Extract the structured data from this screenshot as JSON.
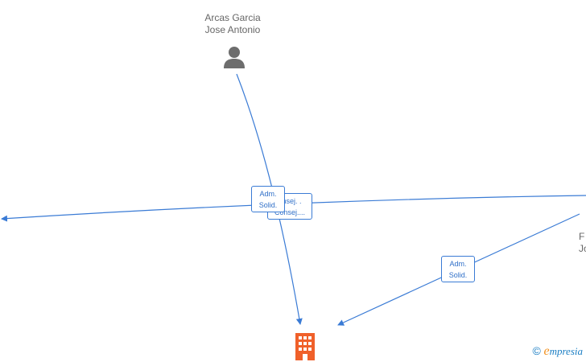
{
  "nodes": {
    "person_top": {
      "line1": "Arcas Garcia",
      "line2": "Jose Antonio"
    },
    "person_right": {
      "line1": "F",
      "line2": "Jo"
    }
  },
  "edges": {
    "label_adm_1": {
      "line1": "Adm.",
      "line2": "Solid."
    },
    "label_consej": {
      "line1": "onsej. .",
      "line2": "Consej...."
    },
    "label_adm_2": {
      "line1": "Adm.",
      "line2": "Solid."
    }
  },
  "colors": {
    "edge": "#3a7bd5",
    "person_icon": "#6d6d6d",
    "company_icon": "#f0602a"
  },
  "icons": {
    "person": "person-icon",
    "company": "building-icon"
  },
  "brand": {
    "copyright": "©",
    "e": "e",
    "rest": "mpresia"
  }
}
